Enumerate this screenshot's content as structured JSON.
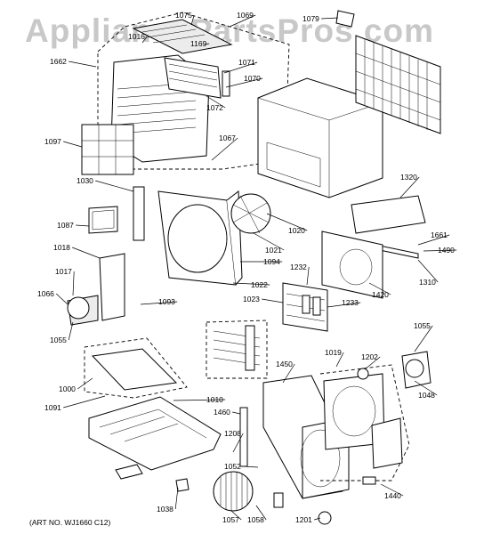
{
  "watermark": "AppliancePartsPros.com",
  "art_number": "(ART NO. WJ1660 C12)",
  "part_labels": [
    "1075",
    "1069",
    "1079",
    "1016",
    "1169",
    "1662",
    "1071",
    "1070",
    "1072",
    "1097",
    "1067",
    "1030",
    "1020",
    "1320",
    "1087",
    "1021",
    "1661",
    "1490",
    "1018",
    "1094",
    "1232",
    "1017",
    "1022",
    "1310",
    "1420",
    "1066",
    "1023",
    "1233",
    "1093",
    "1055",
    "1055",
    "1019",
    "1202",
    "1000",
    "1450",
    "1048",
    "1010",
    "1091",
    "1460",
    "1208",
    "1052",
    "1440",
    "1038",
    "1057",
    "1058",
    "1201"
  ]
}
